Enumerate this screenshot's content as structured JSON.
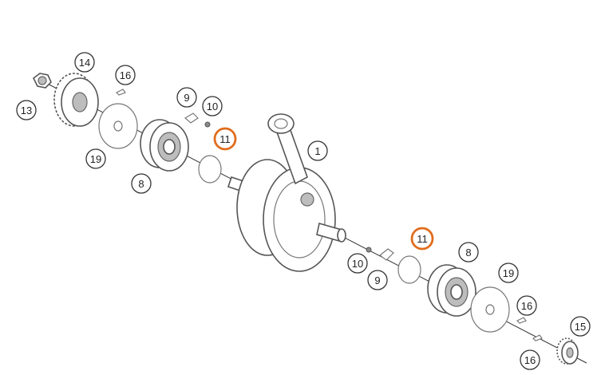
{
  "callouts": [
    {
      "id": "c14",
      "label": "14",
      "highlight": false
    },
    {
      "id": "c16a",
      "label": "16",
      "highlight": false
    },
    {
      "id": "c13",
      "label": "13",
      "highlight": false
    },
    {
      "id": "c9a",
      "label": "9",
      "highlight": false
    },
    {
      "id": "c10a",
      "label": "10",
      "highlight": false
    },
    {
      "id": "c11a",
      "label": "11",
      "highlight": true
    },
    {
      "id": "c19a",
      "label": "19",
      "highlight": false
    },
    {
      "id": "c8a",
      "label": "8",
      "highlight": false
    },
    {
      "id": "c1",
      "label": "1",
      "highlight": false
    },
    {
      "id": "c11b",
      "label": "11",
      "highlight": true
    },
    {
      "id": "c8b",
      "label": "8",
      "highlight": false
    },
    {
      "id": "c10b",
      "label": "10",
      "highlight": false
    },
    {
      "id": "c9b",
      "label": "9",
      "highlight": false
    },
    {
      "id": "c19b",
      "label": "19",
      "highlight": false
    },
    {
      "id": "c16b",
      "label": "16",
      "highlight": false
    },
    {
      "id": "c15",
      "label": "15",
      "highlight": false
    },
    {
      "id": "c16c",
      "label": "16",
      "highlight": false
    }
  ],
  "colors": {
    "highlight": "#e06c1c",
    "line": "#333333"
  }
}
